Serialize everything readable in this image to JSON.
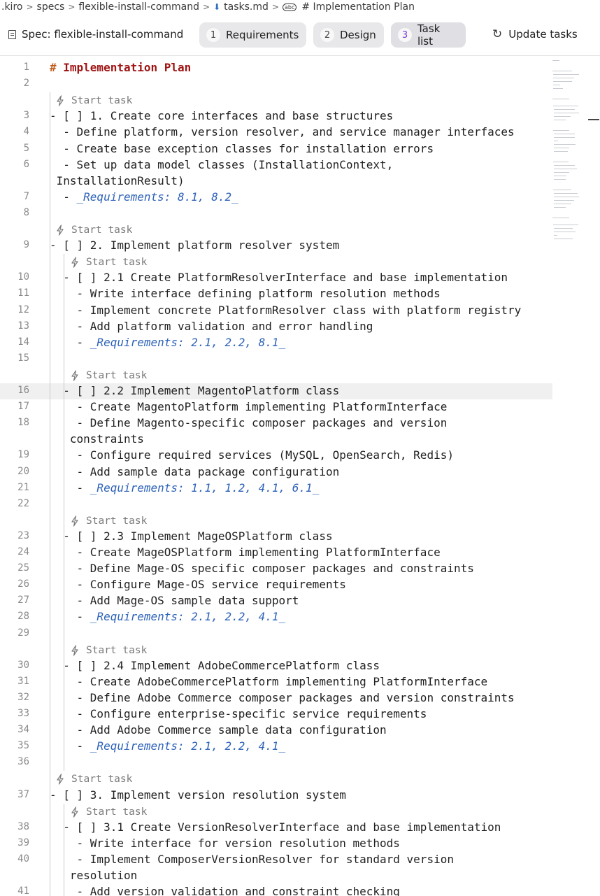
{
  "breadcrumb": {
    "items": [
      ".kiro",
      "specs",
      "flexible-install-command",
      "tasks.md",
      "# Implementation Plan"
    ],
    "symbol_icon": "abc"
  },
  "toolbar": {
    "spec_label": "Spec: flexible-install-command",
    "tabs": [
      {
        "num": "1",
        "label": "Requirements"
      },
      {
        "num": "2",
        "label": "Design"
      },
      {
        "num": "3",
        "label": "Task list"
      }
    ],
    "update_label": "Update tasks"
  },
  "codelens_label": "Start task",
  "lines": [
    {
      "n": "1",
      "type": "heading",
      "text": "Implementation Plan"
    },
    {
      "n": "2",
      "type": "blank",
      "text": ""
    },
    {
      "lens": true,
      "indent": 0
    },
    {
      "n": "3",
      "text": "- [ ] 1. Create core interfaces and base structures"
    },
    {
      "n": "4",
      "text": "  - Define platform, version resolver, and service manager interfaces"
    },
    {
      "n": "5",
      "text": "  - Create base exception classes for installation errors"
    },
    {
      "n": "6",
      "text": "  - Set up data model classes (InstallationContext,"
    },
    {
      "n": "",
      "text": " InstallationResult)"
    },
    {
      "n": "7",
      "text": "  - ",
      "req": "_Requirements: 8.1, 8.2_"
    },
    {
      "n": "8",
      "text": ""
    },
    {
      "lens": true,
      "indent": 0
    },
    {
      "n": "9",
      "text": "- [ ] 2. Implement platform resolver system"
    },
    {
      "lens": true,
      "indent": 1
    },
    {
      "n": "10",
      "text": "  - [ ] 2.1 Create PlatformResolverInterface and base implementation"
    },
    {
      "n": "11",
      "text": "    - Write interface defining platform resolution methods"
    },
    {
      "n": "12",
      "text": "    - Implement concrete PlatformResolver class with platform registry"
    },
    {
      "n": "13",
      "text": "    - Add platform validation and error handling"
    },
    {
      "n": "14",
      "text": "    - ",
      "req": "_Requirements: 2.1, 2.2, 8.1_"
    },
    {
      "n": "15",
      "text": ""
    },
    {
      "lens": true,
      "indent": 1
    },
    {
      "n": "16",
      "text": "  - [ ] 2.2 Implement MagentoPlatform class",
      "hl": true
    },
    {
      "n": "17",
      "text": "    - Create MagentoPlatform implementing PlatformInterface"
    },
    {
      "n": "18",
      "text": "    - Define Magento-specific composer packages and version"
    },
    {
      "n": "",
      "text": "   constraints"
    },
    {
      "n": "19",
      "text": "    - Configure required services (MySQL, OpenSearch, Redis)"
    },
    {
      "n": "20",
      "text": "    - Add sample data package configuration"
    },
    {
      "n": "21",
      "text": "    - ",
      "req": "_Requirements: 1.1, 1.2, 4.1, 6.1_"
    },
    {
      "n": "22",
      "text": ""
    },
    {
      "lens": true,
      "indent": 1
    },
    {
      "n": "23",
      "text": "  - [ ] 2.3 Implement MageOSPlatform class"
    },
    {
      "n": "24",
      "text": "    - Create MageOSPlatform implementing PlatformInterface"
    },
    {
      "n": "25",
      "text": "    - Define Mage-OS specific composer packages and constraints"
    },
    {
      "n": "26",
      "text": "    - Configure Mage-OS service requirements"
    },
    {
      "n": "27",
      "text": "    - Add Mage-OS sample data support"
    },
    {
      "n": "28",
      "text": "    - ",
      "req": "_Requirements: 2.1, 2.2, 4.1_"
    },
    {
      "n": "29",
      "text": ""
    },
    {
      "lens": true,
      "indent": 1
    },
    {
      "n": "30",
      "text": "  - [ ] 2.4 Implement AdobeCommercePlatform class"
    },
    {
      "n": "31",
      "text": "    - Create AdobeCommercePlatform implementing PlatformInterface"
    },
    {
      "n": "32",
      "text": "    - Define Adobe Commerce composer packages and version constraints"
    },
    {
      "n": "33",
      "text": "    - Configure enterprise-specific service requirements"
    },
    {
      "n": "34",
      "text": "    - Add Adobe Commerce sample data configuration"
    },
    {
      "n": "35",
      "text": "    - ",
      "req": "_Requirements: 2.1, 2.2, 4.1_"
    },
    {
      "n": "36",
      "text": ""
    },
    {
      "lens": true,
      "indent": 0
    },
    {
      "n": "37",
      "text": "- [ ] 3. Implement version resolution system"
    },
    {
      "lens": true,
      "indent": 1
    },
    {
      "n": "38",
      "text": "  - [ ] 3.1 Create VersionResolverInterface and base implementation"
    },
    {
      "n": "39",
      "text": "    - Write interface for version resolution methods"
    },
    {
      "n": "40",
      "text": "    - Implement ComposerVersionResolver for standard version"
    },
    {
      "n": "",
      "text": "   resolution"
    },
    {
      "n": "41",
      "text": "    - Add version validation and constraint checking"
    }
  ]
}
